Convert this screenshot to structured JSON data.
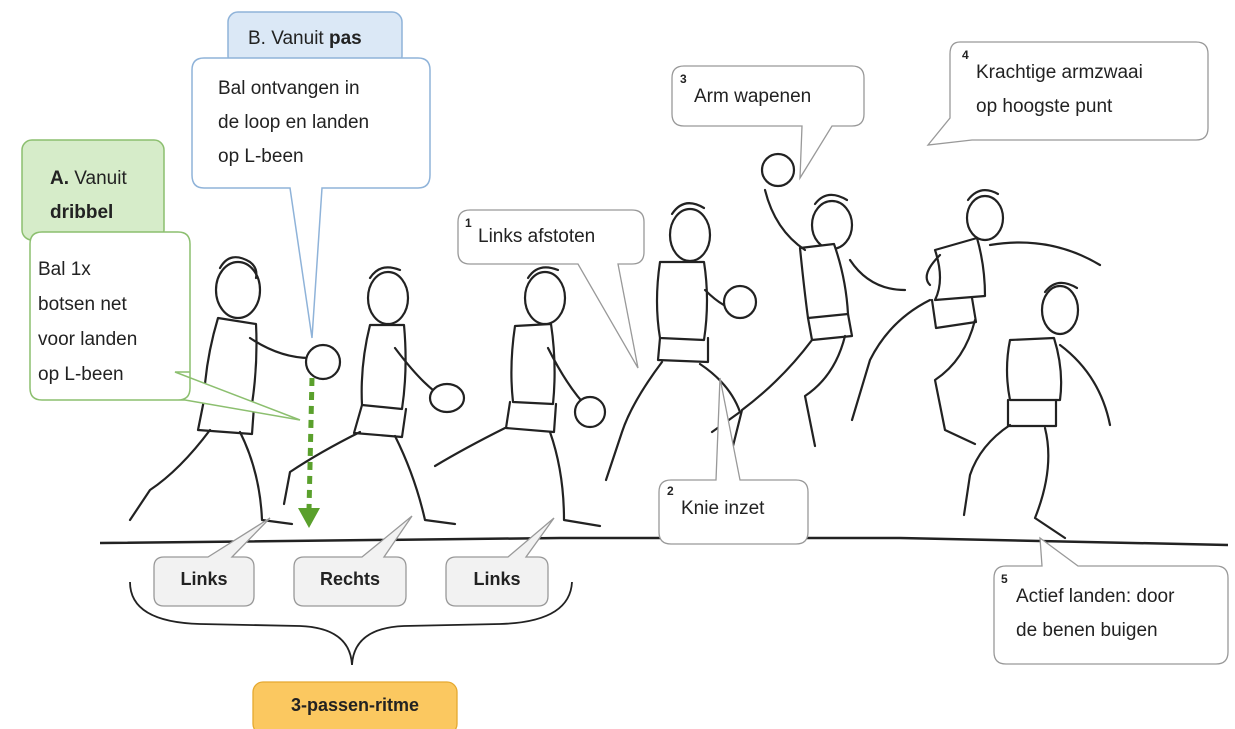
{
  "callouts": {
    "b_title_pre": "B. Vanuit ",
    "b_title_bold": "pas",
    "b_body": [
      "Bal ontvangen in",
      "de loop en landen",
      "op L-been"
    ],
    "a_title_pre": "A.",
    "a_title_mid": " Vanuit",
    "a_title_bold": "dribbel",
    "a_body": [
      "Bal 1x",
      "botsen net",
      "voor landen",
      "op L-been"
    ],
    "step1_num": "1",
    "step1_text": "Links afstoten",
    "step2_num": "2",
    "step2_text": "Knie inzet",
    "step3_num": "3",
    "step3_text": "Arm wapenen",
    "step4_num": "4",
    "step4_text": [
      "Krachtige armzwaai",
      "op hoogste punt"
    ],
    "step5_num": "5",
    "step5_text": [
      "Actief landen: door",
      "de benen buigen"
    ]
  },
  "steps_labels": [
    "Links",
    "Rechts",
    "Links"
  ],
  "rhythm_label": "3-passen-ritme",
  "colors": {
    "green_fill": "#d6ecc9",
    "green_border": "#8cbf6f",
    "blue_fill": "#dbe8f6",
    "blue_border": "#8fb3d9",
    "orange_fill": "#fbc860",
    "gray_fill": "#f2f2f2",
    "dashed_arrow": "#5aa02c"
  }
}
